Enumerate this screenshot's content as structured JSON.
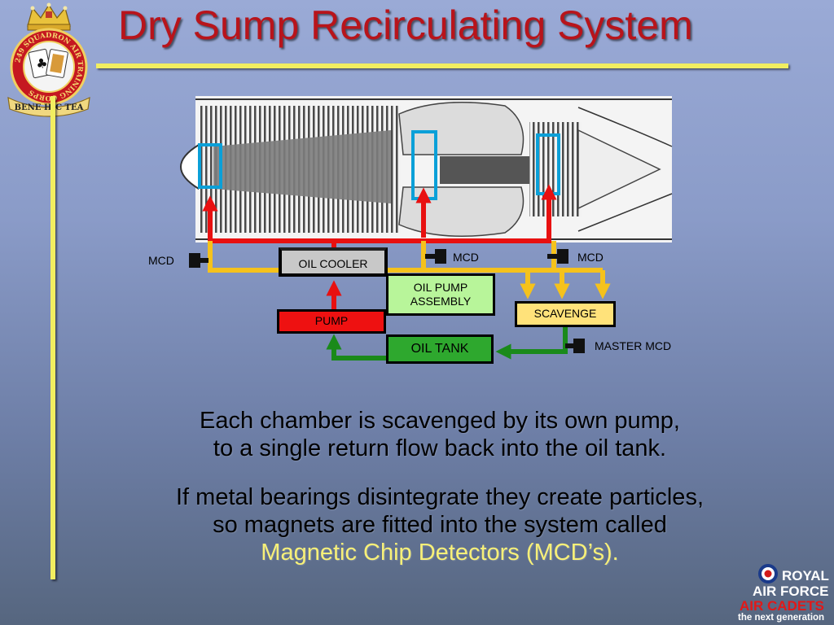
{
  "slide": {
    "title": "Dry Sump Recirculating System",
    "paragraph1_line1": "Each chamber is scavenged by its own pump,",
    "paragraph1_line2": "to a single return flow back into the oil tank.",
    "paragraph2_line1": "If metal bearings disintegrate they create particles,",
    "paragraph2_line2": "so magnets are fitted into the system called",
    "paragraph2_line3": "Magnetic Chip Detectors (MCD’s)."
  },
  "diagram": {
    "oil_cooler": "OIL COOLER",
    "oil_pump_line1": "OIL PUMP",
    "oil_pump_line2": "ASSEMBLY",
    "pump": "PUMP",
    "scavenge": "SCAVENGE",
    "oil_tank": "OIL TANK",
    "mcd_left": "MCD",
    "mcd_middle": "MCD",
    "mcd_right": "MCD",
    "master_mcd": "MASTER MCD",
    "colors": {
      "feed_line": "#e81010",
      "scavenge_line": "#f5c21c",
      "return_line": "#1a8a1a",
      "bearing_marker": "#0aa0d8",
      "pump_box": "#ee1111",
      "oil_pump_box": "#b8f59a",
      "scavenge_box": "#ffe27a",
      "oil_tank_box": "#2ea82e",
      "oil_cooler_box": "#c8c8c8"
    }
  },
  "crest": {
    "ring_text": "249 SQUADRON AIR TRAINING CORPS",
    "motto": "BENE HIC TEA"
  },
  "branding": {
    "line1": "ROYAL",
    "line2": "AIR FORCE",
    "line3": "AIR CADETS",
    "line4": "the next generation"
  }
}
